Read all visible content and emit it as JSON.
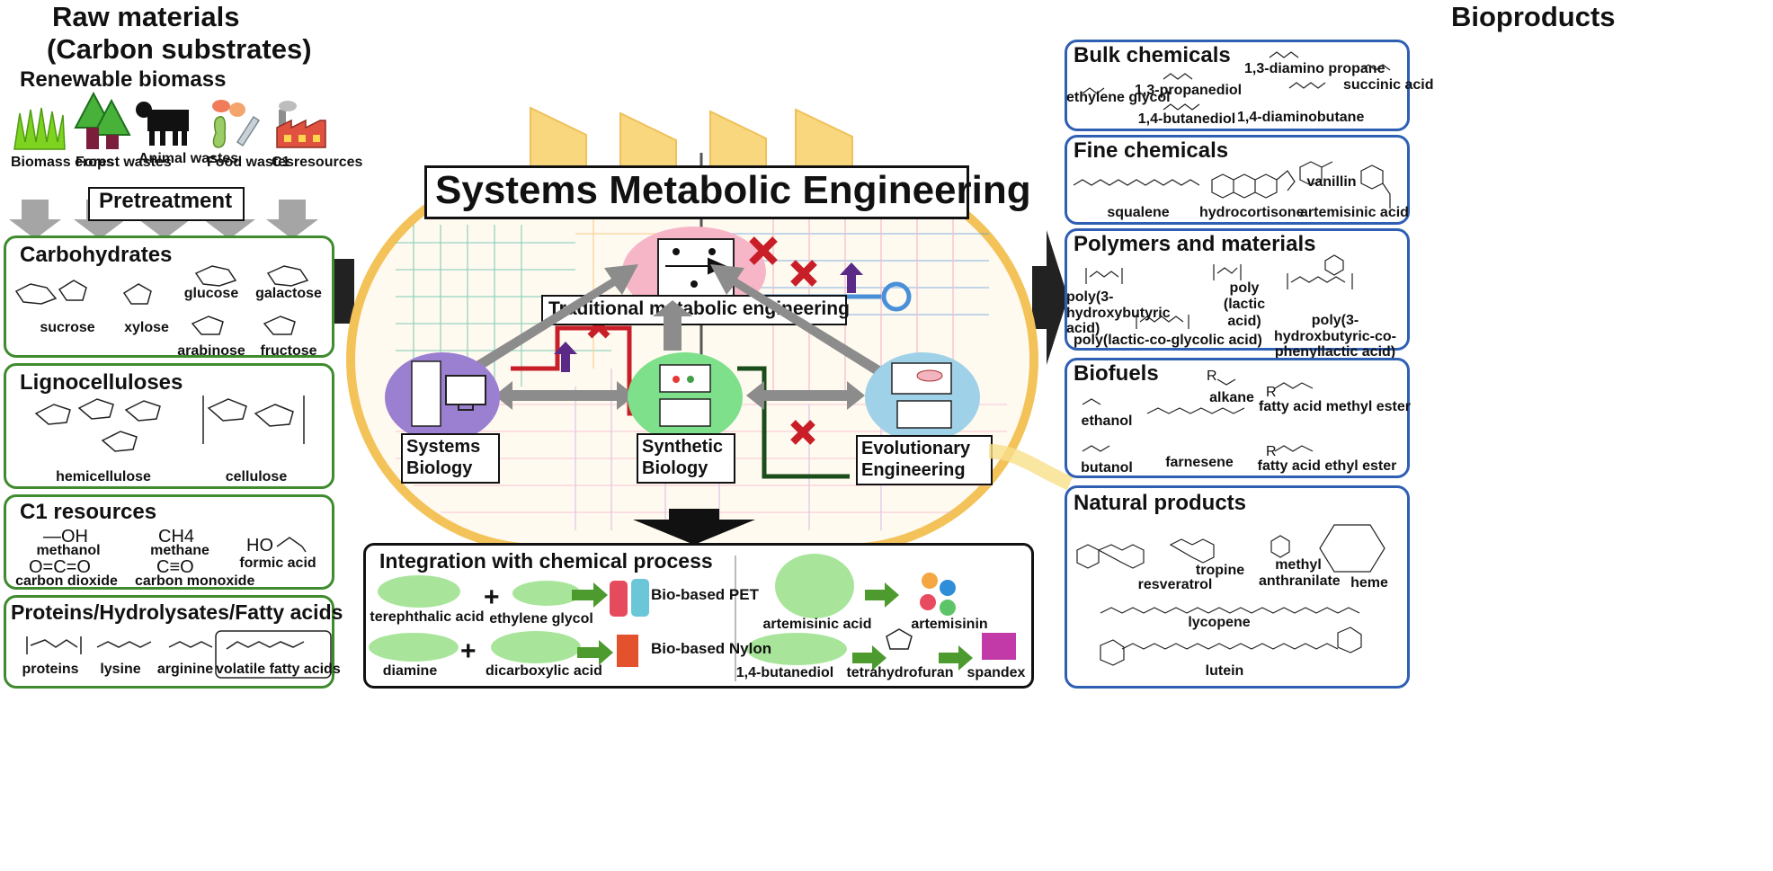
{
  "left": {
    "title": "Raw materials",
    "subtitle": "(Carbon substrates)",
    "renewable": "Renewable biomass",
    "sources": [
      {
        "label": "Biomass crops",
        "icon": "grass-icon"
      },
      {
        "label": "Forest wastes",
        "icon": "trees-icon"
      },
      {
        "label": "Animal wastes",
        "icon": "cow-icon"
      },
      {
        "label": "Food wastes",
        "icon": "food-scraps-icon"
      },
      {
        "label": "C1 resources",
        "icon": "factory-icon"
      }
    ],
    "pretreatment": "Pretreatment",
    "carbohydrates": {
      "title": "Carbohydrates",
      "items": [
        "sucrose",
        "xylose",
        "glucose",
        "galactose",
        "arabinose",
        "fructose"
      ]
    },
    "lignocelluloses": {
      "title": "Lignocelluloses",
      "items": [
        "hemicellulose",
        "cellulose"
      ]
    },
    "c1": {
      "title": "C1 resources",
      "items": [
        "methanol",
        "methane",
        "formic acid",
        "carbon dioxide",
        "carbon monoxide"
      ],
      "formulas": {
        "methanol": "—OH",
        "methane": "CH4",
        "formic": "HO",
        "co2": "O=C=O",
        "co": "C≡O"
      }
    },
    "proteins": {
      "title": "Proteins/Hydrolysates/Fatty acids",
      "items": [
        "proteins",
        "lysine",
        "arginine",
        "volatile fatty acids"
      ]
    }
  },
  "center": {
    "title": "Systems Metabolic Engineering",
    "traditional": "Traditional metabolic engineering",
    "systems": "Systems Biology",
    "synthetic": "Synthetic Biology",
    "evolutionary": "Evolutionary Engineering"
  },
  "integration": {
    "title": "Integration with chemical process",
    "row1": [
      "terephthalic acid",
      "ethylene glycol",
      "Bio-based PET",
      "artemisinic acid",
      "artemisinin"
    ],
    "row2": [
      "diamine",
      "dicarboxylic acid",
      "Bio-based Nylon",
      "1,4-butanediol",
      "tetrahydrofuran",
      "spandex"
    ],
    "plus": "+"
  },
  "right": {
    "title": "Bioproducts",
    "bulk": {
      "title": "Bulk chemicals",
      "items": [
        "ethylene glycol",
        "1,3-propanediol",
        "1,4-butanediol",
        "1,3-diamino propane",
        "1,4-diaminobutane",
        "succinic acid"
      ]
    },
    "fine": {
      "title": "Fine chemicals",
      "items": [
        "squalene",
        "hydrocortisone",
        "vanillin",
        "artemisinic acid"
      ]
    },
    "polymers": {
      "title": "Polymers and materials",
      "items": [
        "poly(3-hydroxybutyric acid)",
        "poly (lactic acid)",
        "poly(3-hydroxbutyric-co-phenyllactic acid)",
        "poly(lactic-co-glycolic acid)"
      ]
    },
    "biofuels": {
      "title": "Biofuels",
      "items": [
        "ethanol",
        "alkane",
        "fatty acid methyl ester",
        "farnesene",
        "butanol",
        "fatty acid ethyl ester"
      ],
      "R": "R"
    },
    "natural": {
      "title": "Natural products",
      "items": [
        "resveratrol",
        "tropine",
        "methyl anthranilate",
        "heme",
        "lycopene",
        "lutein"
      ]
    }
  },
  "colors": {
    "green": "#3f8b2e",
    "blue": "#2f5fb3",
    "arrow": "#8c8c8c",
    "cross": "#c81e28",
    "yellow": "#f3c35a"
  }
}
